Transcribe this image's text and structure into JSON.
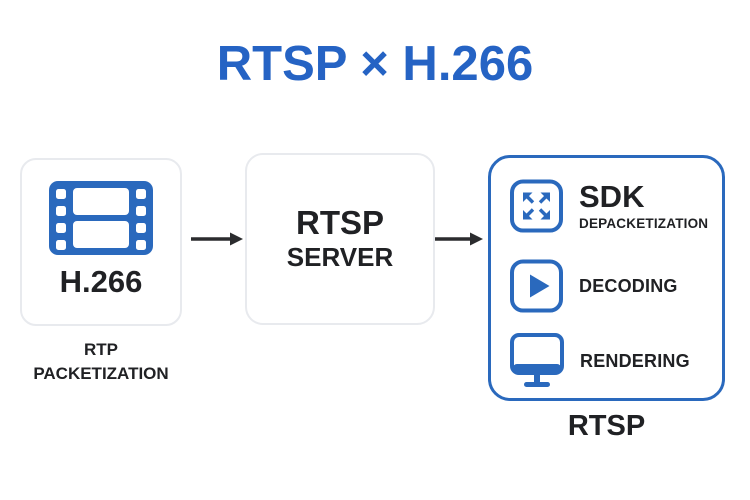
{
  "title": "RTSP × H.266",
  "colors": {
    "accent": "#2563c4",
    "diagram-blue": "#2a69bd",
    "text-dark": "#202124",
    "box-border": "#e8eaee",
    "arrow": "#2b2c2e"
  },
  "flow": {
    "encoder": {
      "icon": "film-icon",
      "label": "H.266",
      "caption_line1": "RTP",
      "caption_line2": "PACKETIZATION"
    },
    "server": {
      "line1": "RTSP",
      "line2": "SERVER"
    },
    "client": {
      "caption": "RTSP",
      "items": [
        {
          "icon": "expand-icon",
          "title": "SDK",
          "subtitle": "DEPACKETIZATION"
        },
        {
          "icon": "play-icon",
          "title": "DECODING"
        },
        {
          "icon": "monitor-icon",
          "title": "RENDERING"
        }
      ]
    }
  }
}
